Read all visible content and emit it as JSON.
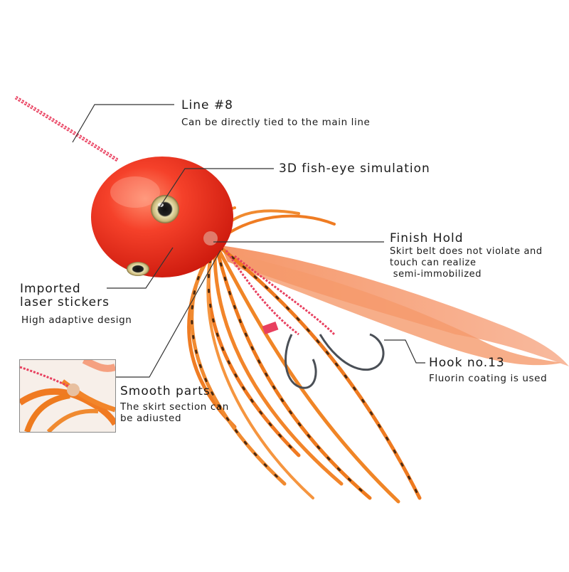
{
  "callouts": {
    "line": {
      "title": "Line #8",
      "desc": "Can be directly tied to the main line"
    },
    "eye": {
      "title": "3D fish-eye simulation"
    },
    "finish_hold": {
      "title": "Finish Hold",
      "desc_lines": [
        "Skirt belt does not violate and",
        "touch can realize",
        " semi-immobilized"
      ]
    },
    "laser": {
      "title_lines": [
        "Imported",
        "laser stickers"
      ],
      "desc": "High adaptive design"
    },
    "hook": {
      "title": "Hook no.13",
      "desc": "Fluorin coating is used"
    },
    "smooth": {
      "title": "Smooth parts",
      "desc_lines": [
        "The skirt section can",
        "be adiusted"
      ]
    }
  },
  "colors": {
    "head": "#f2331f",
    "skirt": "#f07a22",
    "tail": "#f6a27a",
    "line": "#e8405f",
    "hook": "#4a4f56",
    "leader_line": "#333333"
  }
}
